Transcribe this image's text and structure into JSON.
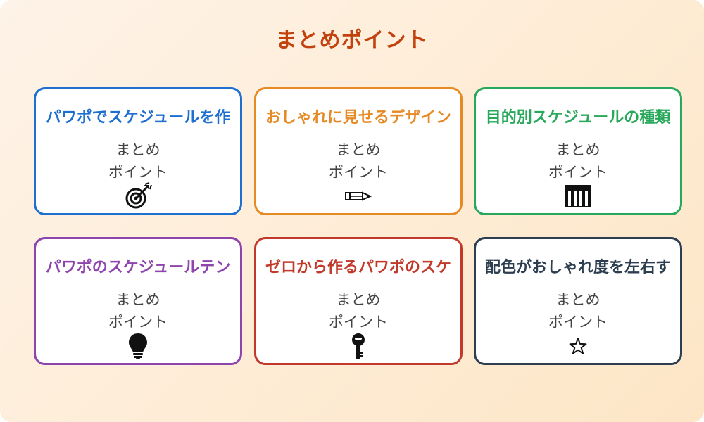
{
  "title": "まとめポイント",
  "colors": {
    "blue": "#1e6fd0",
    "orange": "#e68a26",
    "green": "#27a85a",
    "purple": "#8e44ad",
    "red": "#c0392b",
    "navy": "#2c3e50"
  },
  "cards": [
    {
      "title": "パワポでスケジュールを作",
      "line1": "まとめ",
      "line2": "ポイント",
      "icon": "target-icon",
      "color": "#1e6fd0"
    },
    {
      "title": "おしゃれに見せるデザイン",
      "line1": "まとめ",
      "line2": "ポイント",
      "icon": "pencil-icon",
      "color": "#e68a26"
    },
    {
      "title": "目的別スケジュールの種類",
      "line1": "まとめ",
      "line2": "ポイント",
      "icon": "piano-icon",
      "color": "#27a85a"
    },
    {
      "title": "パワポのスケジュールテン",
      "line1": "まとめ",
      "line2": "ポイント",
      "icon": "lightbulb-icon",
      "color": "#8e44ad"
    },
    {
      "title": "ゼロから作るパワポのスケ",
      "line1": "まとめ",
      "line2": "ポイント",
      "icon": "key-icon",
      "color": "#c0392b"
    },
    {
      "title": "配色がおしゃれ度を左右す",
      "line1": "まとめ",
      "line2": "ポイント",
      "icon": "star-icon",
      "color": "#2c3e50"
    }
  ]
}
